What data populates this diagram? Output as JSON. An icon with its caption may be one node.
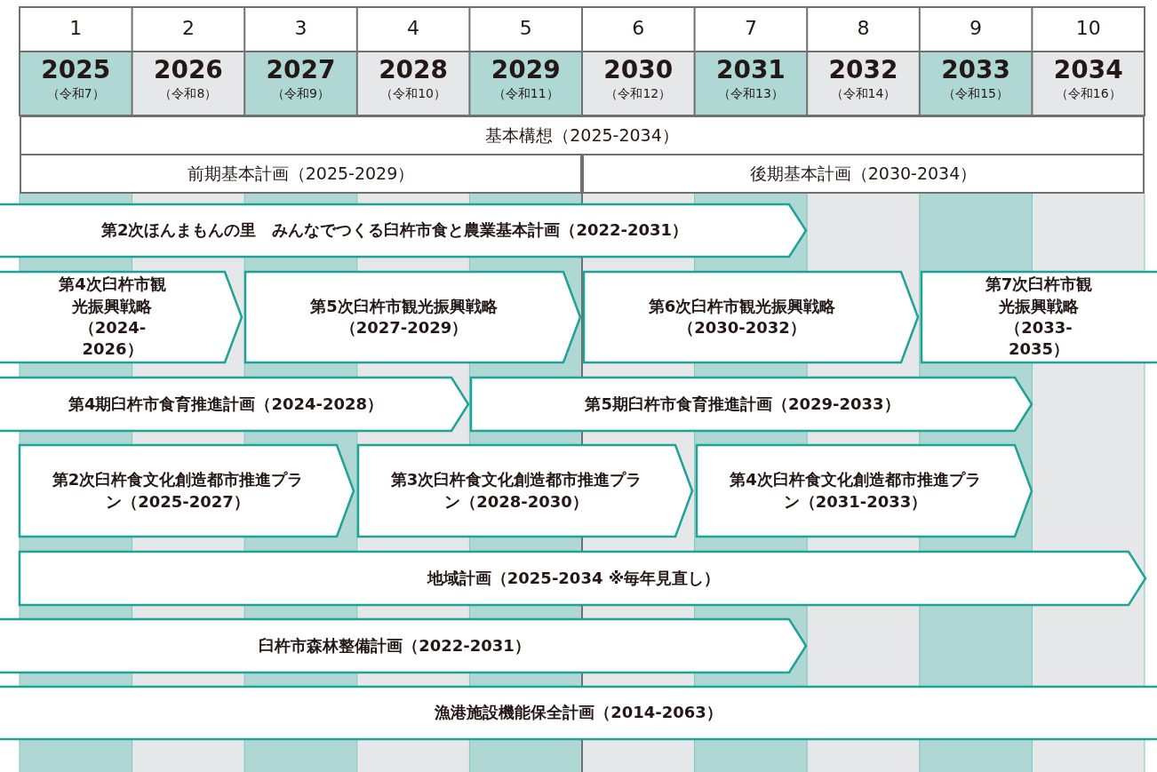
{
  "diagram": {
    "nodes": [
      {
        "text": [
          "基本構想（2025-2034）"
        ]
      },
      {
        "text": [
          "前期基本計画（2025-2029）"
        ]
      },
      {
        "text": [
          "後期基本計画（2030-2034）"
        ]
      },
      {
        "text": [
          "第2次ほんまもんの里　みんなでつくる臼杵市食と農業基本計画（2022-2031）"
        ]
      },
      {
        "text": [
          "第4次臼杵市観光振興戦略（2024-2026）"
        ]
      },
      {
        "text": [
          "第5次臼杵市観光振興戦略（2027-2029）"
        ]
      },
      {
        "text": [
          "第6次臼杵市観光振興戦略（2030-2032）"
        ]
      },
      {
        "text": [
          "第7次臼杵市観光振興戦略（2033-2035）"
        ]
      },
      {
        "text": [
          "第4期臼杵市食育推進計画（2024-2028）"
        ]
      },
      {
        "text": [
          "第5期臼杵市食育推進計画（2029-2033）"
        ]
      },
      {
        "text": [
          "第2次臼杵食文化創造都市推進プラン（2025-2027）"
        ]
      },
      {
        "text": [
          "第3次臼杵食文化創造都市推進プラン（2028-2030）"
        ]
      },
      {
        "text": [
          "第4次臼杵食文化創造都市推進プラン（2031-2033）"
        ]
      },
      {
        "text": [
          "地域計画（2025-2034 ※毎年見直し）"
        ]
      },
      {
        "text": [
          "臼杵市森林整備計画（2022-2031）"
        ]
      },
      {
        "text": [
          "漁港施設機能保全計画（2014-2063）"
        ]
      }
    ],
    "labels": [
      "1",
      "2",
      "3",
      "4",
      "5",
      "6",
      "7",
      "8",
      "9",
      "10",
      "2025",
      "（令和7）",
      "2026",
      "（令和8）",
      "2027",
      "（令和9）",
      "2028",
      "（令和10）",
      "2029",
      "（令和11）",
      "2030",
      "（令和12）",
      "2031",
      "（令和13）",
      "2032",
      "（令和14）",
      "2033",
      "（令和15）",
      "2034",
      "（令和16）"
    ]
  }
}
